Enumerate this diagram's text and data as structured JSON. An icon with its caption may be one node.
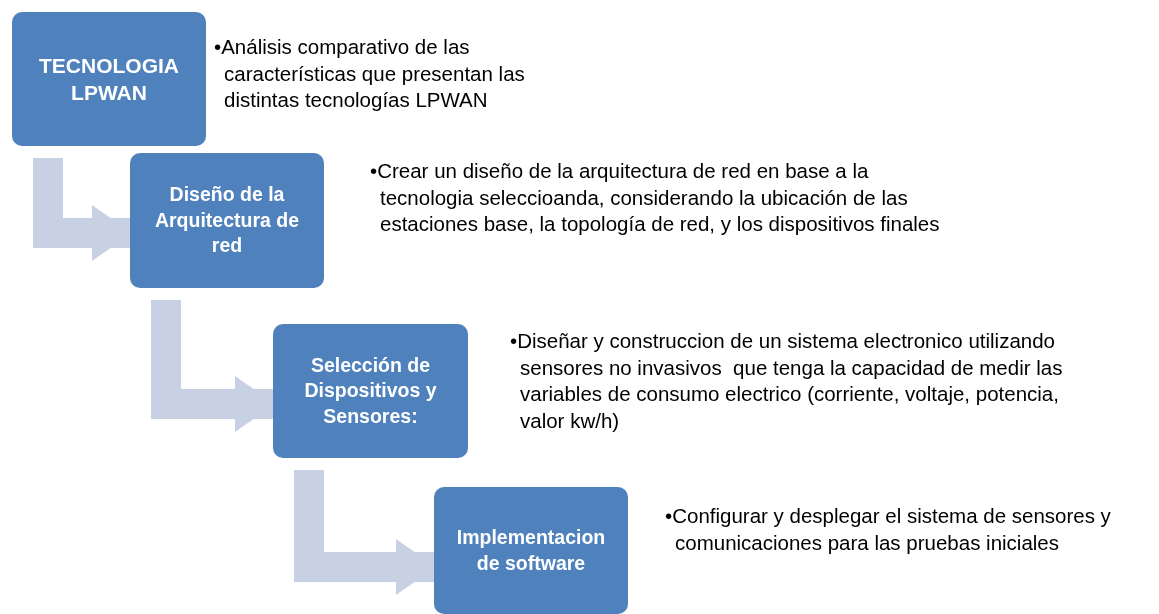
{
  "diagram": {
    "nodes": [
      {
        "text": [
          "TECNOLOGIA LPWAN"
        ],
        "beside": [
          "•Análisis comparativo de las características que presentan las distintas tecnologías LPWAN"
        ]
      },
      {
        "text": [
          "Diseño de la Arquitectura de red"
        ],
        "beside": [
          "•Crear un diseño de la arquitectura de red en base a la tecnologia seleccioanda, considerando la ubicación de las estaciones base, la topología de red, y los dispositivos finales"
        ]
      },
      {
        "text": [
          "Selección de Dispositivos y Sensores:"
        ],
        "beside": [
          "•Diseñar y construccion de un sistema electronico utilizando sensores no invasivos  que tenga la capacidad de medir las variables de consumo electrico (corriente, voltaje, potencia, valor kw/h)"
        ]
      },
      {
        "text": [
          "Implementacion de software"
        ],
        "beside": [
          "•Configurar y desplegar el sistema de sensores y comunicaciones para las pruebas iniciales"
        ]
      }
    ],
    "edges": [
      {
        "from": 0,
        "to": 1,
        "arrow": "to"
      },
      {
        "from": 1,
        "to": 2,
        "arrow": "to"
      },
      {
        "from": 2,
        "to": 3,
        "arrow": "to"
      }
    ]
  }
}
